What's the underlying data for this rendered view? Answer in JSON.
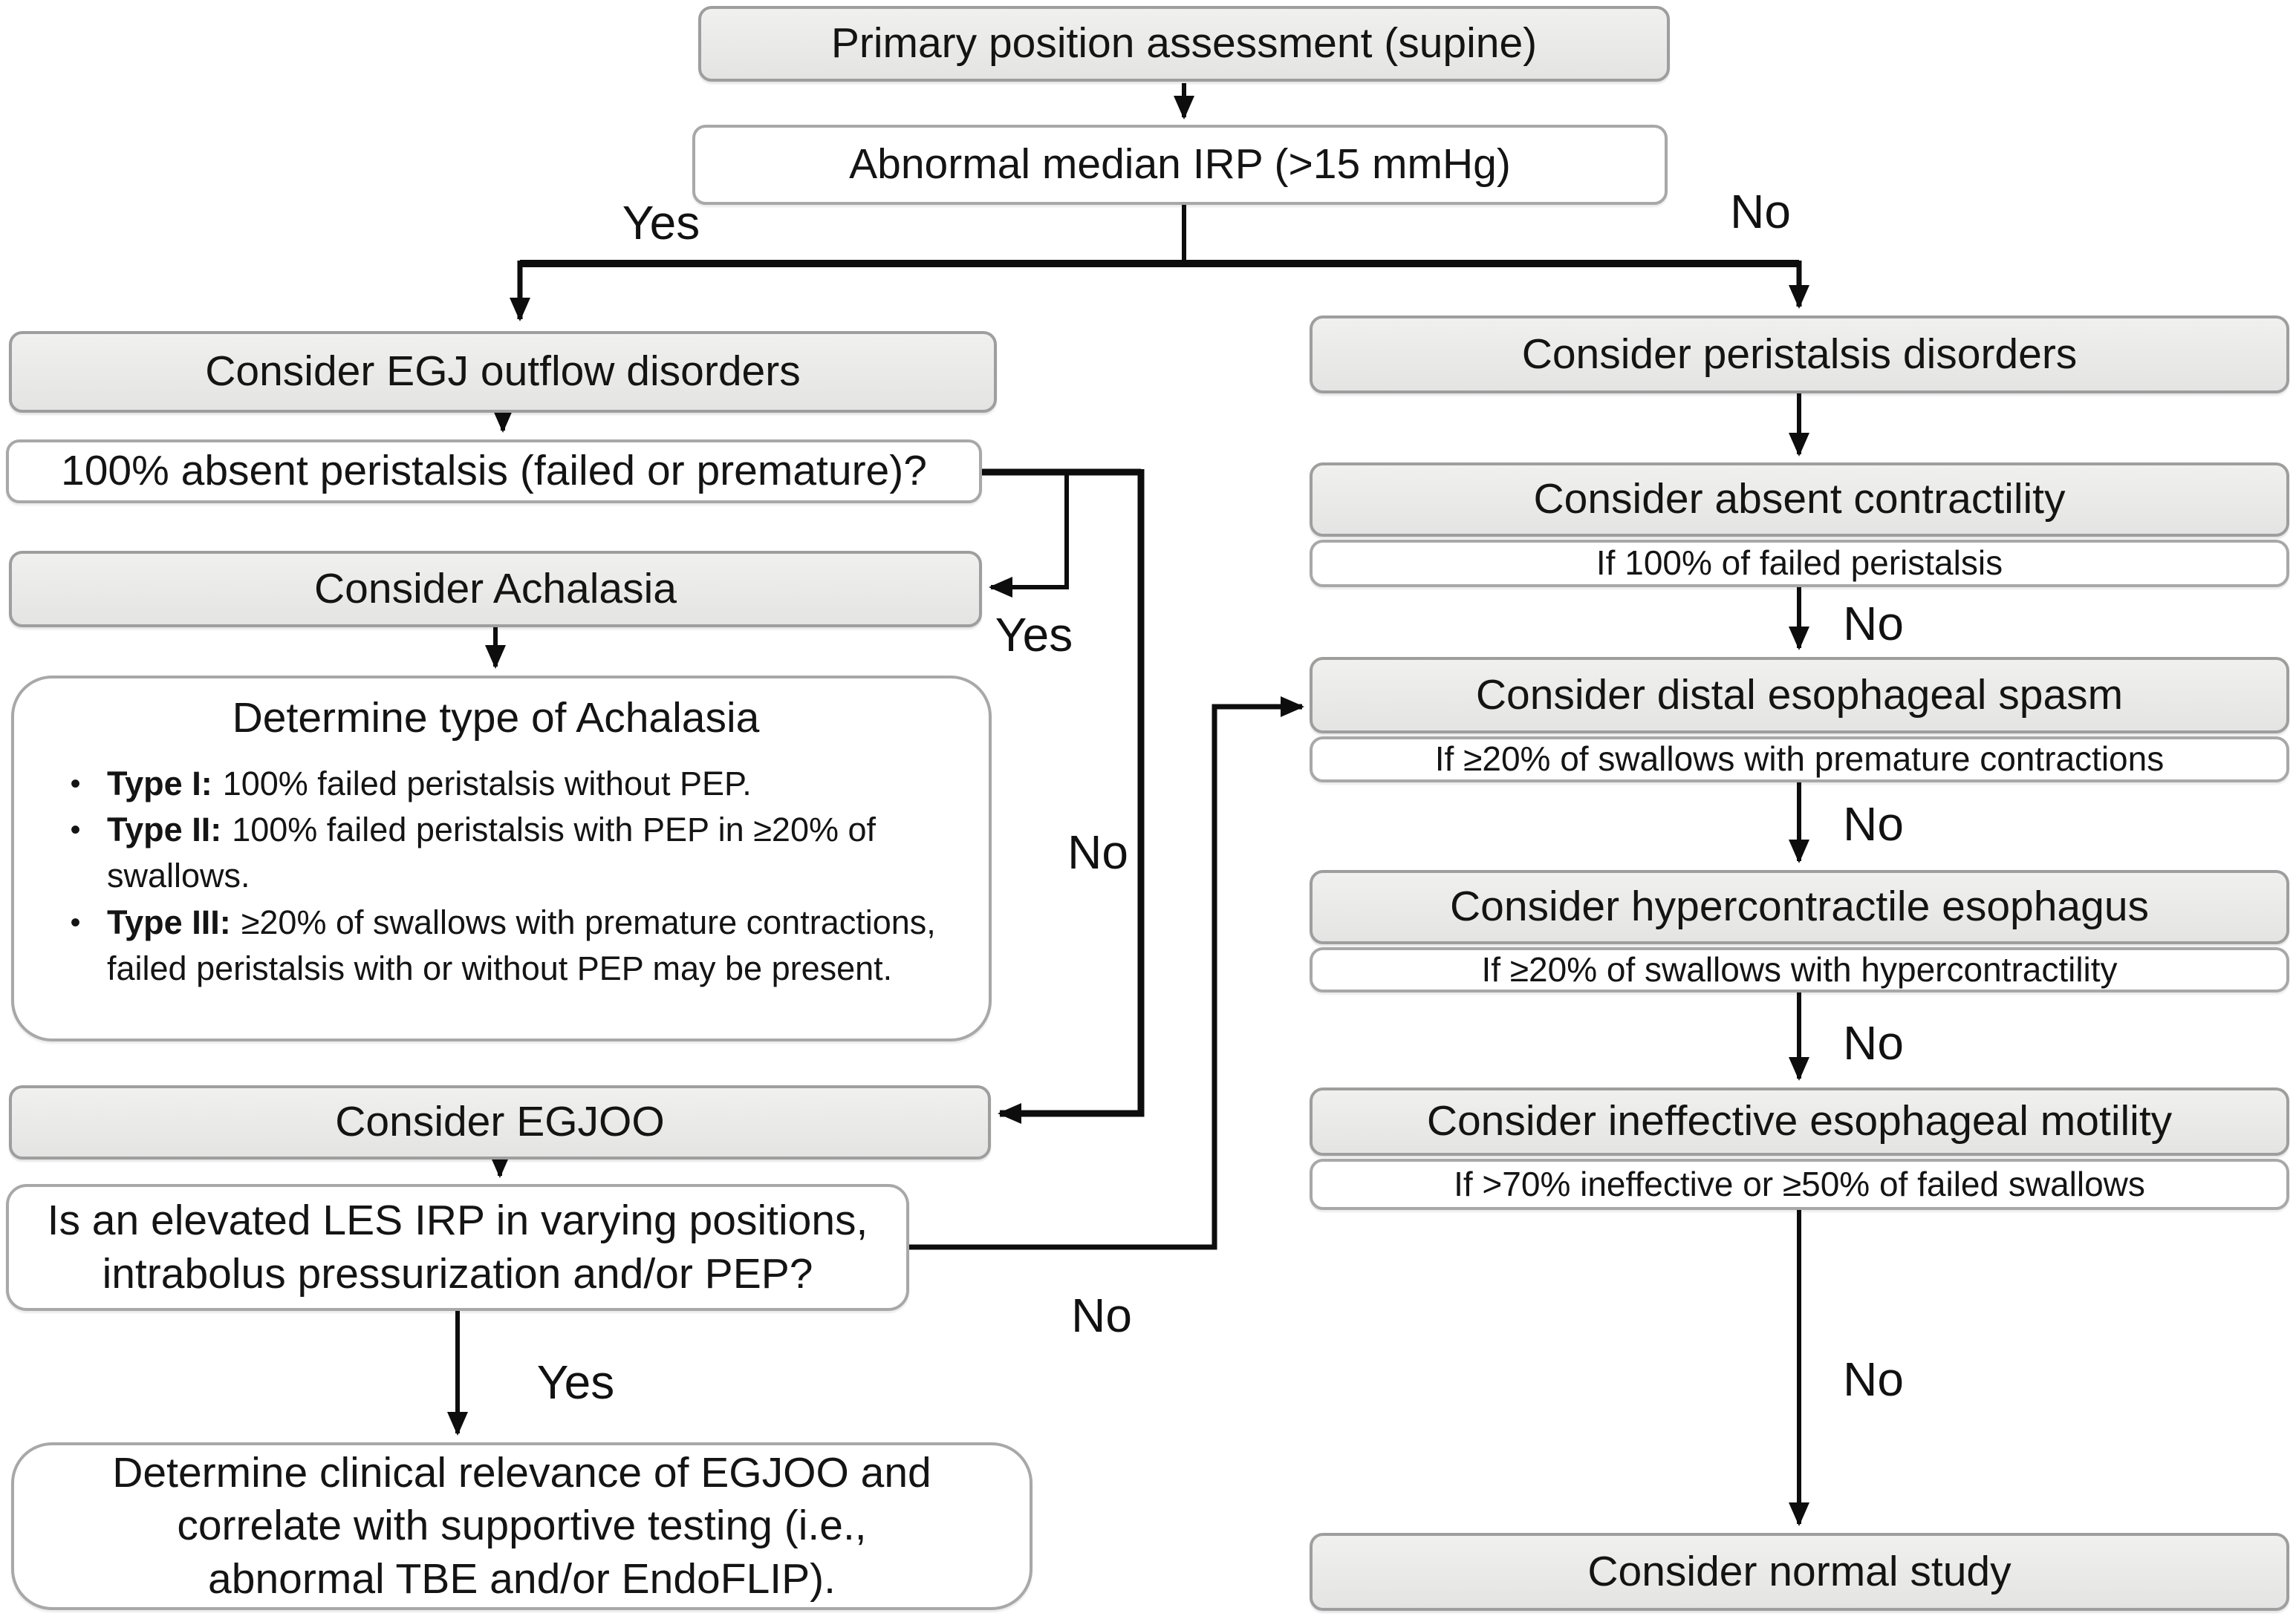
{
  "nodes": {
    "primary": {
      "label": "Primary position assessment (supine)"
    },
    "irp": {
      "label": "Abnormal median IRP (>15 mmHg)"
    },
    "egj_outflow": {
      "label": "Consider EGJ outflow disorders"
    },
    "absent_q": {
      "label": "100% absent peristalsis (failed or premature)?"
    },
    "achalasia": {
      "label": "Consider Achalasia"
    },
    "achalasia_type": {
      "title": "Determine type of Achalasia",
      "bullet_char": "•",
      "bullets": [
        {
          "lead": "Type I:",
          "text": "100% failed peristalsis without PEP."
        },
        {
          "lead": "Type II:",
          "text": "100% failed peristalsis with PEP in ≥20% of swallows."
        },
        {
          "lead": "Type III:",
          "text": "≥20% of swallows with premature contractions, failed peristalsis with or without PEP may be present."
        }
      ]
    },
    "egjoo": {
      "label": "Consider EGJOO"
    },
    "les_q": {
      "lines": [
        "Is an elevated LES IRP in varying positions,",
        "intrabolus pressurization and/or PEP?"
      ]
    },
    "relevance": {
      "lines": [
        "Determine clinical relevance of EGJOO and",
        "correlate with supportive testing (i.e.,",
        "abnormal TBE and/or EndoFLIP)."
      ]
    },
    "peristalsis": {
      "label": "Consider peristalsis disorders"
    },
    "absent_contractility": {
      "label": "Consider absent contractility",
      "criteria": "If 100% of failed peristalsis"
    },
    "spasm": {
      "label": "Consider distal esophageal spasm",
      "criteria": "If ≥20% of swallows with premature contractions"
    },
    "hypercontractile": {
      "label": "Consider hypercontractile esophagus",
      "criteria": "If ≥20% of swallows with hypercontractility"
    },
    "iem": {
      "label": "Consider ineffective esophageal motility",
      "criteria": "If >70% ineffective or ≥50% of failed swallows"
    },
    "normal": {
      "label": "Consider normal study"
    }
  },
  "edge_labels": {
    "irp_yes": "Yes",
    "irp_no": "No",
    "absent_yes": "Yes",
    "absent_no": "No",
    "contractility_no": "No",
    "spasm_no": "No",
    "hypercontractile_no": "No",
    "iem_no": "No",
    "les_yes": "Yes",
    "les_no": "No"
  }
}
